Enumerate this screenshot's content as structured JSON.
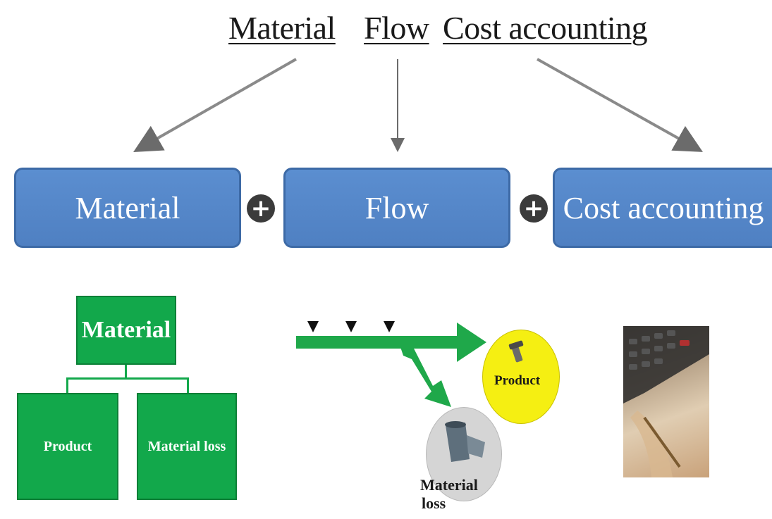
{
  "title": {
    "word1": "Material",
    "word2": "Flow",
    "word3": "Cost accounting"
  },
  "boxes": {
    "material": "Material",
    "flow": "Flow",
    "cost": "Cost  accounting",
    "plus_symbol": "+"
  },
  "material_tree": {
    "root": "Material",
    "children": [
      "Product",
      "Material loss"
    ]
  },
  "flow_diagram": {
    "product_label": "Product",
    "loss_label_line1": "Material",
    "loss_label_line2": "loss"
  },
  "colors": {
    "blue": "#4f80c2",
    "green": "#12a84b",
    "yellow": "#f5ef12",
    "gray": "#d5d5d5"
  },
  "icons": [
    "plus-icon",
    "bolt-icon",
    "trash-bin-icon",
    "calculator-photo"
  ]
}
